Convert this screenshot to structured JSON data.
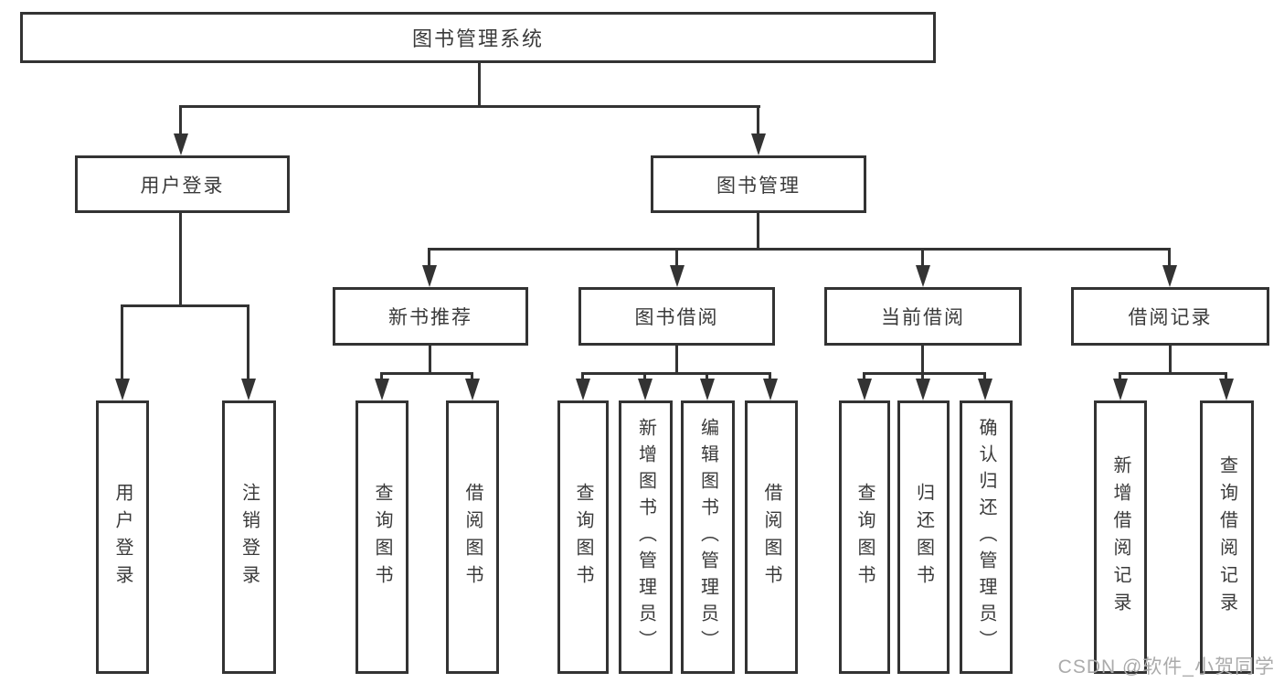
{
  "tree": {
    "label": "图书管理系统",
    "children": [
      {
        "label": "用户登录",
        "children": [
          {
            "label": "用户登录"
          },
          {
            "label": "注销登录"
          }
        ]
      },
      {
        "label": "图书管理",
        "children": [
          {
            "label": "新书推荐",
            "children": [
              {
                "label": "查询图书"
              },
              {
                "label": "借阅图书"
              }
            ]
          },
          {
            "label": "图书借阅",
            "children": [
              {
                "label": "查询图书"
              },
              {
                "label": "新增图书（管理员）"
              },
              {
                "label": "编辑图书（管理员）"
              },
              {
                "label": "借阅图书"
              }
            ]
          },
          {
            "label": "当前借阅",
            "children": [
              {
                "label": "查询图书"
              },
              {
                "label": "归还图书"
              },
              {
                "label": "确认归还（管理员）"
              }
            ]
          },
          {
            "label": "借阅记录",
            "children": [
              {
                "label": "新增借阅记录"
              },
              {
                "label": "查询借阅记录"
              }
            ]
          }
        ]
      }
    ]
  },
  "watermark": {
    "text": "CSDN @软件_小贺同学"
  },
  "colors": {
    "line": "#333333",
    "text": "#3a3a3a",
    "background": "#ffffff",
    "watermark": "#ababab"
  }
}
